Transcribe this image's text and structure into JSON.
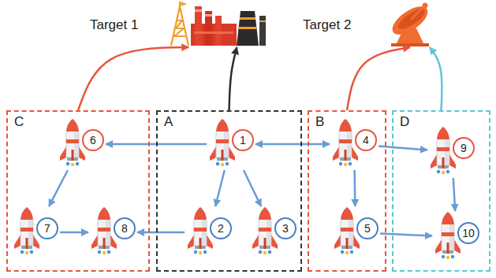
{
  "diagram": {
    "nodes": [
      {
        "text": [
          "Target 1"
        ]
      },
      {
        "text": [
          "Target 2"
        ]
      },
      {
        "text": [
          "C"
        ]
      },
      {
        "text": [
          "6"
        ],
        "in": 2
      },
      {
        "text": [
          "7"
        ],
        "in": 2
      },
      {
        "text": [
          "8"
        ],
        "in": 2
      },
      {
        "text": [
          "A"
        ]
      },
      {
        "text": [
          "1"
        ],
        "in": 6
      },
      {
        "text": [
          "2"
        ],
        "in": 6
      },
      {
        "text": [
          "3"
        ],
        "in": 6
      },
      {
        "text": [
          "B"
        ]
      },
      {
        "text": [
          "4"
        ],
        "in": 10
      },
      {
        "text": [
          "5"
        ],
        "in": 10
      },
      {
        "text": [
          "D"
        ]
      },
      {
        "text": [
          "9"
        ],
        "in": 13
      },
      {
        "text": [
          "10"
        ],
        "in": 13
      }
    ],
    "edges": [
      {
        "from": 2,
        "to": 0,
        "arrow": "to"
      },
      {
        "from": 6,
        "to": 0,
        "arrow": "to"
      },
      {
        "from": 10,
        "to": 1,
        "arrow": "to"
      },
      {
        "from": 13,
        "to": 1,
        "arrow": "to"
      },
      {
        "from": 7,
        "to": 3,
        "arrow": "to"
      },
      {
        "from": 7,
        "to": 11,
        "arrow": "both"
      },
      {
        "from": 7,
        "to": 8,
        "arrow": "to"
      },
      {
        "from": 7,
        "to": 9,
        "arrow": "to"
      },
      {
        "from": 3,
        "to": 4,
        "arrow": "to"
      },
      {
        "from": 4,
        "to": 5,
        "arrow": "to"
      },
      {
        "from": 8,
        "to": 5,
        "arrow": "to"
      },
      {
        "from": 11,
        "to": 14,
        "arrow": "to"
      },
      {
        "from": 11,
        "to": 12,
        "arrow": "to"
      },
      {
        "from": 14,
        "to": 15,
        "arrow": "to"
      },
      {
        "from": 12,
        "to": 15,
        "arrow": "to"
      }
    ]
  }
}
